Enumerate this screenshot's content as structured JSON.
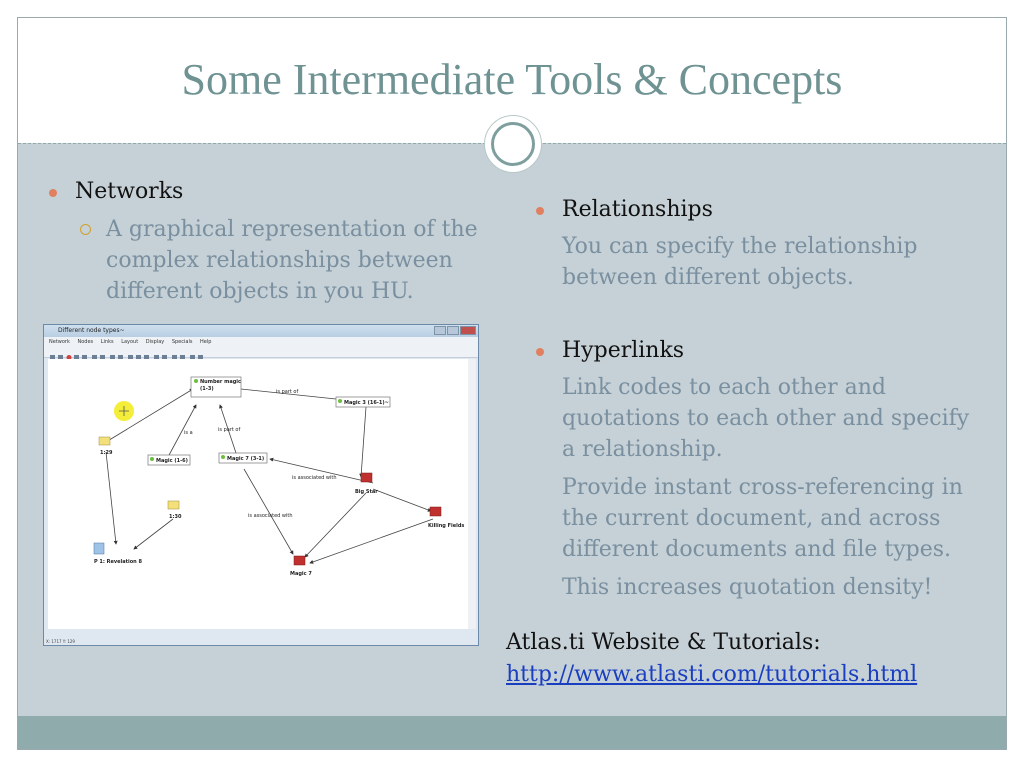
{
  "slide": {
    "title": "Some Intermediate Tools & Concepts"
  },
  "left": {
    "bullet": "Networks",
    "sub_lines": [
      "A graphical representation of the",
      "complex relationships between",
      "different objects in you HU."
    ]
  },
  "right": {
    "relationships": {
      "label": "Relationships",
      "lines": [
        "You can specify the relationship",
        "between different objects."
      ]
    },
    "hyperlinks": {
      "label": "Hyperlinks",
      "lines": [
        "Link codes to each other and",
        "quotations to each other and specify",
        "a relationship.",
        "Provide instant cross-referencing in",
        "the current document, and across",
        "different documents and file types.",
        "This increases quotation density!"
      ]
    },
    "website_label": "Atlas.ti Website & Tutorials:",
    "website_url": "http://www.atlasti.com/tutorials.html"
  },
  "screenshot": {
    "window_title": "Different node types~",
    "menu": [
      "Network",
      "Nodes",
      "Links",
      "Layout",
      "Display",
      "Specials",
      "Help"
    ],
    "status": "X: 1717 Y: 129",
    "nodes": {
      "number_magic_1": "Number magic",
      "number_magic_2": "(1-3)",
      "magic3": "Magic 3 (16-1)~",
      "magic16": "Magic (1-6)",
      "magic7_31": "Magic 7 (3-1)",
      "memo129": "1:29",
      "memo130": "1:30",
      "bigstar": "Big Star",
      "killing": "Killing Fields",
      "revelation": "P 1: Revelation 8",
      "magic7": "Magic 7"
    },
    "edges": {
      "is_part_of_1": "is part of",
      "is_a": "is a",
      "is_part_of_2": "is part of",
      "is_associated_1": "is associated with",
      "is_associated_2": "is associated with"
    }
  }
}
